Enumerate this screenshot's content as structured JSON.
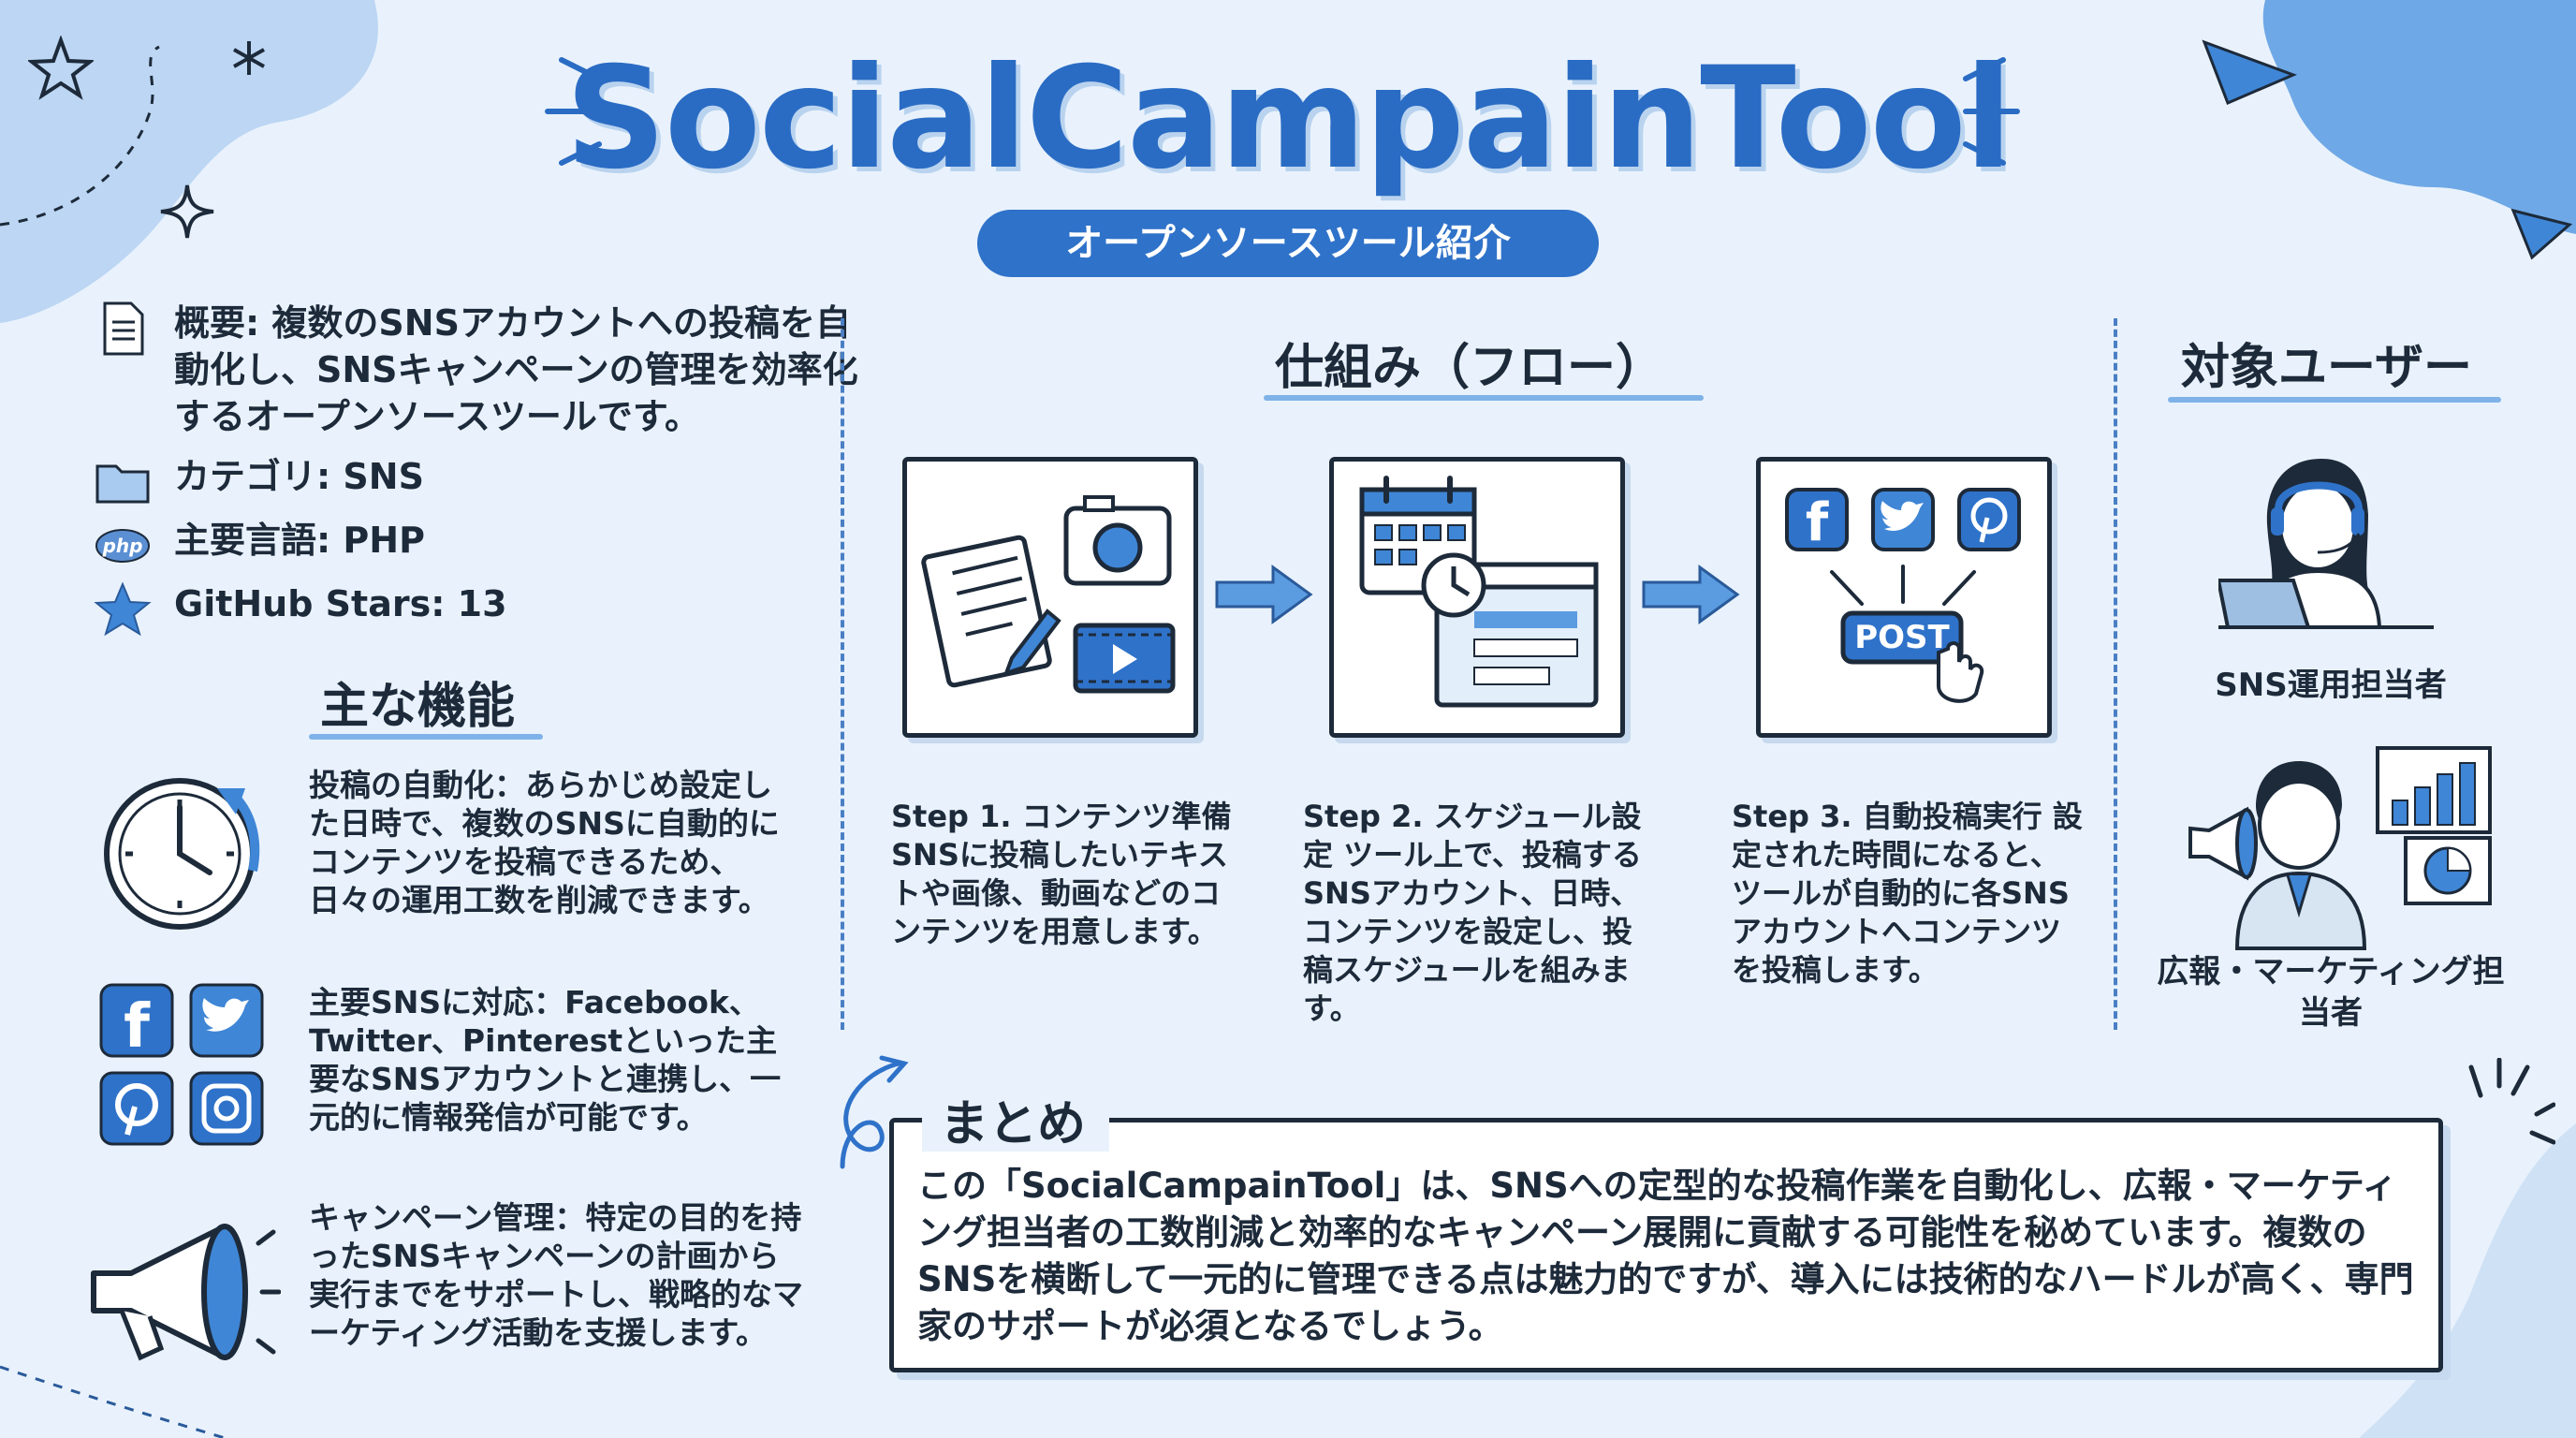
{
  "header": {
    "title": "SocialCampainTool",
    "subtitle": "オープンソースツール紹介"
  },
  "overview": {
    "description": "概要: 複数のSNSアカウントへの投稿を自動化し、SNSキャンペーンの管理を効率化するオープンソースツールです。",
    "category": "カテゴリ: SNS",
    "language": "主要言語: PHP",
    "stars": "GitHub Stars: 13",
    "php_badge": "php"
  },
  "features": {
    "title": "主な機能",
    "items": [
      {
        "icon": "clock-icon",
        "text": "投稿の自動化：あらかじめ設定した日時で、複数のSNSに自動的にコンテンツを投稿できるため、日々の運用工数を削減できます。"
      },
      {
        "icon": "sns-icons",
        "text": "主要SNSに対応：Facebook、Twitter、Pinterestといった主要なSNSアカウントと連携し、一元的に情報発信が可能です。"
      },
      {
        "icon": "megaphone-icon",
        "text": "キャンペーン管理：特定の目的を持ったSNSキャンペーンの計画から実行までをサポートし、戦略的なマーケティング活動を支援します。"
      }
    ]
  },
  "flow": {
    "title": "仕組み（フロー）",
    "post_label": "POST",
    "steps": [
      {
        "text": "Step 1. コンテンツ準備 SNSに投稿したいテキストや画像、動画などのコンテンツを用意します。"
      },
      {
        "text": "Step 2. スケジュール設定 ツール上で、投稿するSNSアカウント、日時、コンテンツを設定し、投稿スケジュールを組みます。"
      },
      {
        "text": "Step 3. 自動投稿実行 設定された時間になると、ツールが自動的に各SNSアカウントへコンテンツを投稿します。"
      }
    ]
  },
  "users": {
    "title": "対象ユーザー",
    "items": [
      {
        "label": "SNS運用担当者"
      },
      {
        "label": "広報・マーケティング担当者"
      }
    ]
  },
  "summary": {
    "title": "まとめ",
    "text": "この「SocialCampainTool」は、SNSへの定型的な投稿作業を自動化し、広報・マーケティング担当者の工数削減と効率的なキャンペーン展開に貢献する可能性を秘めています。複数のSNSを横断して一元的に管理できる点は魅力的ですが、導入には技術的なハードルが高く、専門家のサポートが必須となるでしょう。"
  },
  "colors": {
    "background": "#e9f2fc",
    "accent": "#2f72c9",
    "ink": "#1d2a3a"
  }
}
